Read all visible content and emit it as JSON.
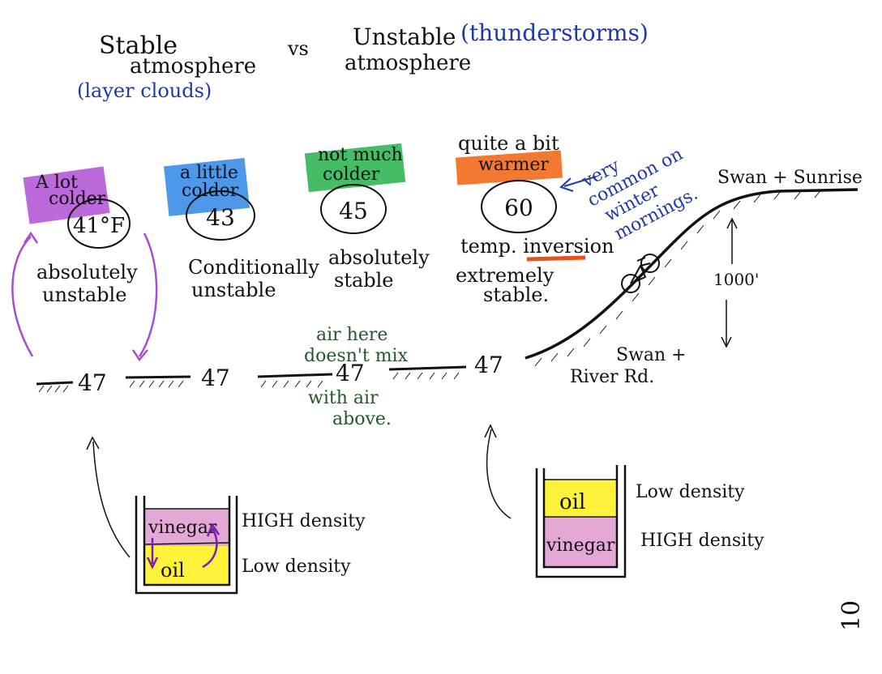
{
  "heading": {
    "stable_line1": "Stable",
    "stable_line2": "atmosphere",
    "stable_note": "(layer clouds)",
    "vs": "vs",
    "unstable_line1": "Unstable",
    "unstable_note": "(thunderstorms)",
    "unstable_line2": "atmosphere"
  },
  "cases": [
    {
      "desc1": "A lot",
      "desc2": "colder",
      "temp": "41°F",
      "class1": "absolutely",
      "class2": "unstable",
      "ground": "47",
      "highlight": "#b04fd6"
    },
    {
      "desc1": "a little",
      "desc2": "colder",
      "temp": "43",
      "class1": "Conditionally",
      "class2": "unstable",
      "ground": "47",
      "highlight": "#2f86e6"
    },
    {
      "desc1": "not much",
      "desc2": "colder",
      "temp": "45",
      "class1": "absolutely",
      "class2": "stable",
      "ground": "47",
      "highlight": "#27b04b"
    },
    {
      "desc1": "quite a bit",
      "desc2": "warmer",
      "temp": "60",
      "class1": "temp. inversion",
      "class2": "extremely",
      "class3": "stable.",
      "ground": "47",
      "highlight": "#f26a1b"
    }
  ],
  "notes": {
    "winter1": "very",
    "winter2": "common on",
    "winter3": "winter",
    "winter4": "mornings.",
    "nomix1": "air here",
    "nomix2": "doesn't mix",
    "nomix3": "with air",
    "nomix4": "above.",
    "hilltop": "Swan + Sunrise",
    "valley1": "Swan +",
    "valley2": "River Rd.",
    "height": "1000'"
  },
  "jars": [
    {
      "top": "vinegar",
      "bottom": "oil",
      "top_label": "HIGH density",
      "bottom_label": "Low density"
    },
    {
      "top": "oil",
      "bottom": "vinegar",
      "top_label": "Low density",
      "bottom_label": "HIGH density"
    }
  ],
  "page_number": "10",
  "colors": {
    "ink": "#111111",
    "blue": "#1f3aa8",
    "green": "#1e5a2a",
    "purple": "#a64ed0",
    "yellow": "#fff23a",
    "pink": "#d98bc7",
    "orange_red": "#e8501c"
  }
}
